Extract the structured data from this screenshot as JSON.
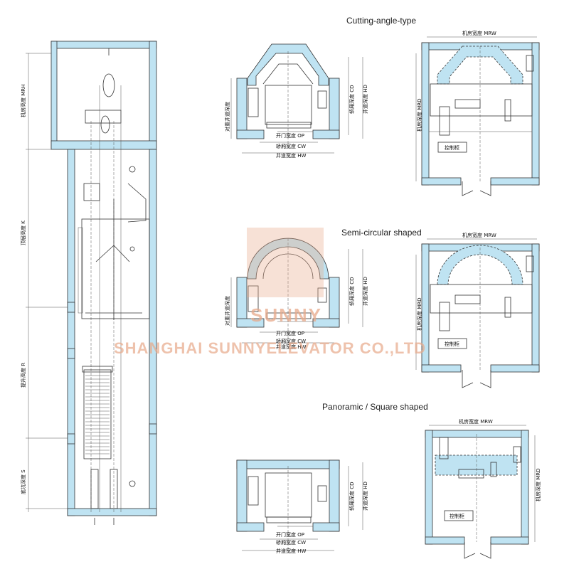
{
  "titles": {
    "cutting": "Cutting-angle-type",
    "semicircular": "Semi-circular shaped",
    "panoramic": "Panoramic  /  Square shaped"
  },
  "shaft_labels": {
    "mrh": "机房高度 MRH",
    "k": "顶层高度 K",
    "r": "提升高度 R",
    "s": "底坑深度 S"
  },
  "plan_labels": {
    "op": "开门宽度 OP",
    "cw": "轿厢宽度 CW",
    "hw": "井道宽度 HW",
    "cd": "轿厢深度 CD",
    "hd": "井道深度 HD",
    "sight": "对重井道深度"
  },
  "machine_room_labels": {
    "mrw": "机房宽度 MRW",
    "mrd": "机房深度 MRD",
    "cabinet": "控制柜"
  },
  "watermark": {
    "logo": "SUNNY",
    "company": "SHANGHAI SUNNYELEVATOR CO.,LTD"
  },
  "colors": {
    "wall_fill": "#bfe3f2",
    "line": "#333333",
    "watermark": "#e8a98a"
  }
}
